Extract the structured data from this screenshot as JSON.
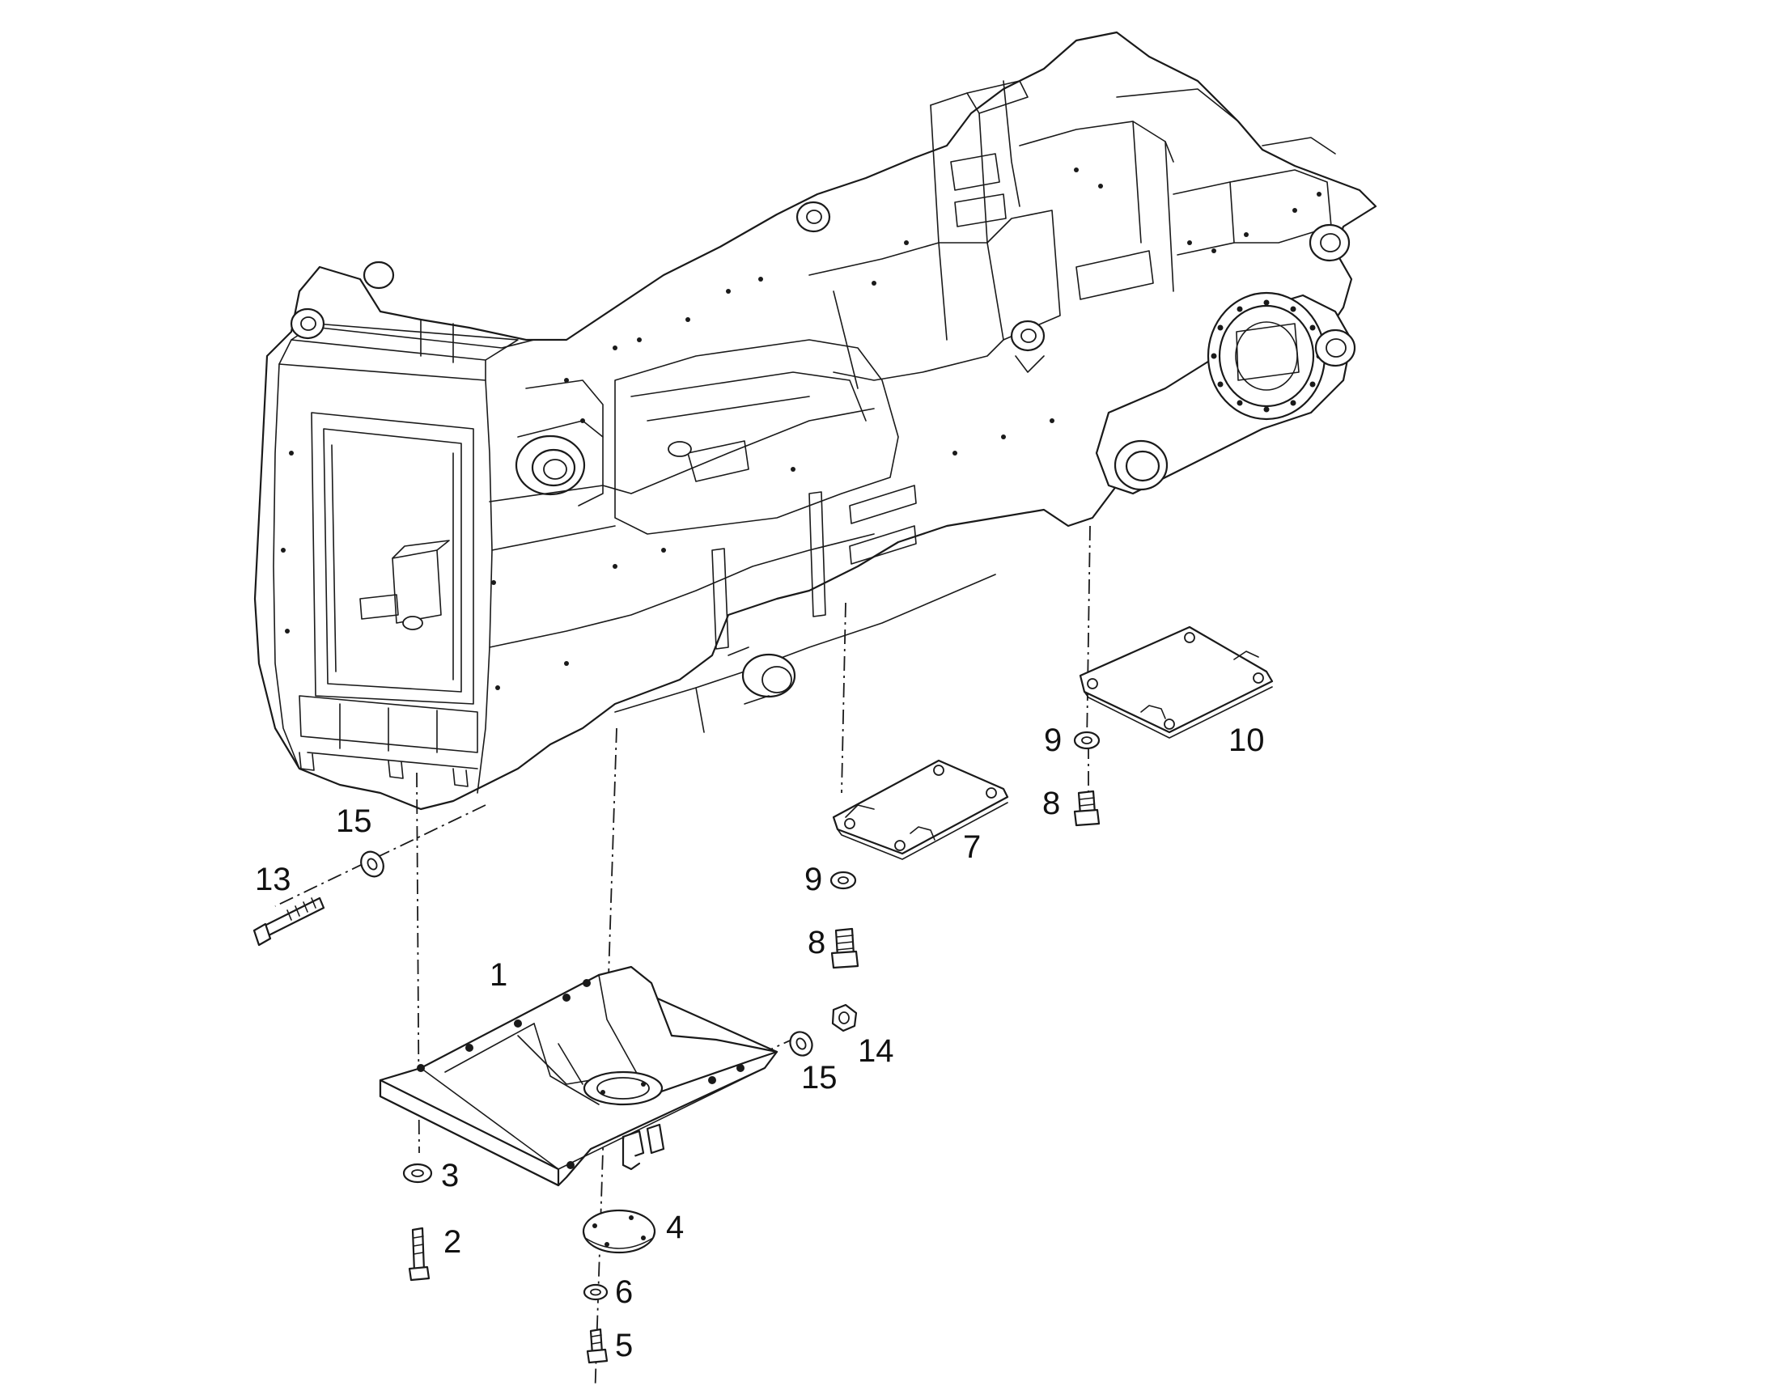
{
  "callouts": {
    "c1": "1",
    "c2": "2",
    "c3": "3",
    "c4": "4",
    "c5": "5",
    "c6": "6",
    "c7": "7",
    "c8a": "8",
    "c8b": "8",
    "c9a": "9",
    "c9b": "9",
    "c10": "10",
    "c13": "13",
    "c14": "14",
    "c15a": "15",
    "c15b": "15"
  },
  "colors": {
    "line": "#1a1a1a",
    "background": "#ffffff"
  }
}
